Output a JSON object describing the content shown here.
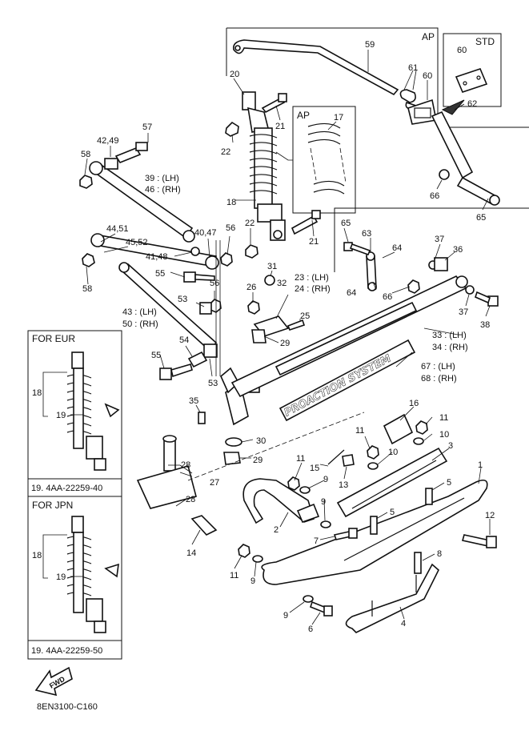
{
  "frame_labels": {
    "ap": "AP",
    "std": "STD",
    "ap_spring": "AP"
  },
  "inset_eur": {
    "title": "FOR EUR",
    "label_18": "18",
    "label_19": "19",
    "code": "19. 4AA-22259-40"
  },
  "inset_jpn": {
    "title": "FOR JPN",
    "label_18": "18",
    "label_19": "19",
    "code": "19. 4AA-22259-50"
  },
  "fwd_label": "FWD",
  "decal_text": "PROACTION SYSTEM",
  "diagram_code": "8EN3100-C160",
  "callouts": {
    "c59": "59",
    "c60_std": "60",
    "c61": "61",
    "c60": "60",
    "c62": "62",
    "c20": "20",
    "c21a": "21",
    "c17": "17",
    "c57": "57",
    "c4249": "42,49",
    "c22a": "22",
    "c58a": "58",
    "c39": "39 : (LH)",
    "c46": "46 : (RH)",
    "c18": "18",
    "c66a": "66",
    "c65a": "65",
    "c22b": "22",
    "c21b": "21",
    "c4451": "44,51",
    "c4552": "45,52",
    "c4047": "40,47",
    "c56a": "56",
    "c4148": "41,48",
    "c58b": "58",
    "c55a": "55",
    "c56b": "56",
    "c31": "31",
    "c32": "32",
    "c26": "26",
    "c65b": "65",
    "c63": "63",
    "c64a": "64",
    "c64b": "64",
    "c66b": "66",
    "c37a": "37",
    "c36": "36",
    "c23": "23 : (LH)",
    "c24": "24 : (RH)",
    "c43": "43 : (LH)",
    "c50": "50 : (RH)",
    "c53a": "53",
    "c25": "25",
    "c29a": "29",
    "c37b": "37",
    "c38": "38",
    "c33": "33 : (LH)",
    "c34": "34 : (RH)",
    "c54": "54",
    "c55b": "55",
    "c53b": "53",
    "c67": "67 : (LH)",
    "c68": "68 : (RH)",
    "c35": "35",
    "c16": "16",
    "c11a": "11",
    "c11b": "11",
    "c10": "10",
    "c30": "30",
    "c29b": "29",
    "c3": "3",
    "c28a": "28",
    "c27": "27",
    "c28b": "28",
    "c11c": "11",
    "c15": "15",
    "c9a": "9",
    "c13": "13",
    "c10b": "10",
    "c1": "1",
    "c5a": "5",
    "c9b": "9",
    "c2": "2",
    "c5b": "5",
    "c14": "14",
    "c12": "12",
    "c7": "7",
    "c8": "8",
    "c11d": "11",
    "c9c": "9",
    "c9d": "9",
    "c6": "6",
    "c4": "4"
  }
}
